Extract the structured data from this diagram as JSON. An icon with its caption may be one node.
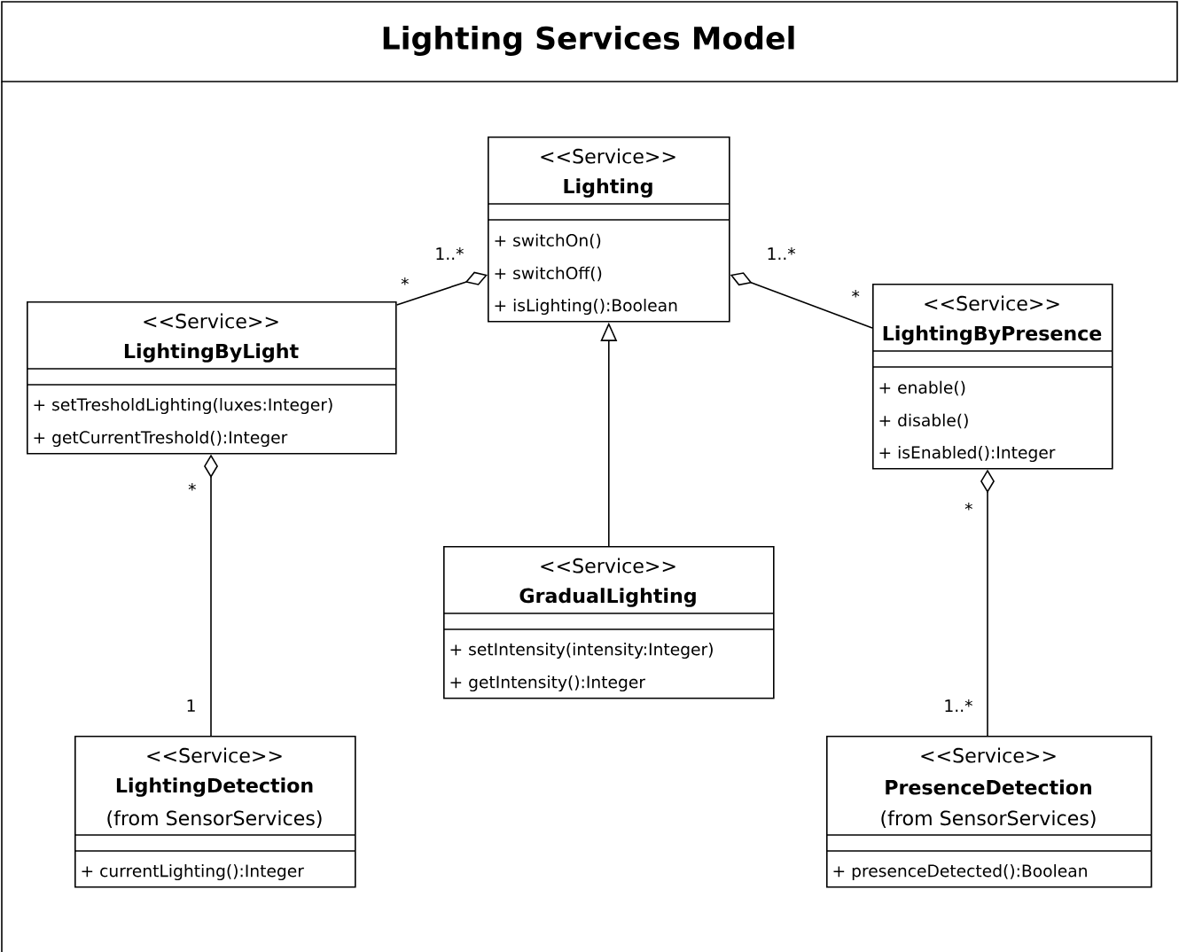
{
  "diagram": {
    "title": "Lighting Services Model",
    "nodes": [
      {
        "text": [
          "<<Service>>",
          "Lighting",
          "+ switchOn()",
          "+ switchOff()",
          "+ isLighting():Boolean"
        ]
      },
      {
        "text": [
          "<<Service>>",
          "LightingByLight",
          "+ setTresholdLighting(luxes:Integer)",
          "+ getCurrentTreshold():Integer"
        ]
      },
      {
        "text": [
          "<<Service>>",
          "LightingByPresence",
          "+ enable()",
          "+ disable()",
          "+ isEnabled():Integer"
        ]
      },
      {
        "text": [
          "<<Service>>",
          "GradualLighting",
          "+ setIntensity(intensity:Integer)",
          "+ getIntensity():Integer"
        ]
      },
      {
        "text": [
          "<<Service>>",
          "LightingDetection",
          "(from SensorServices)",
          "+ currentLighting():Integer"
        ]
      },
      {
        "text": [
          "<<Service>>",
          "PresenceDetection",
          "(from SensorServices)",
          "+ presenceDetected():Boolean"
        ]
      }
    ],
    "edges": [
      {
        "from": 1,
        "to": 0,
        "arrow": "other"
      },
      {
        "from": 2,
        "to": 0,
        "arrow": "other"
      },
      {
        "from": 3,
        "to": 0,
        "arrow": "to"
      },
      {
        "from": 4,
        "to": 1,
        "arrow": "other"
      },
      {
        "from": 5,
        "to": 2,
        "arrow": "other"
      }
    ],
    "labels": [
      "1..*",
      "1..*",
      "*",
      "*",
      "*",
      "*",
      "1",
      "1..*"
    ]
  }
}
